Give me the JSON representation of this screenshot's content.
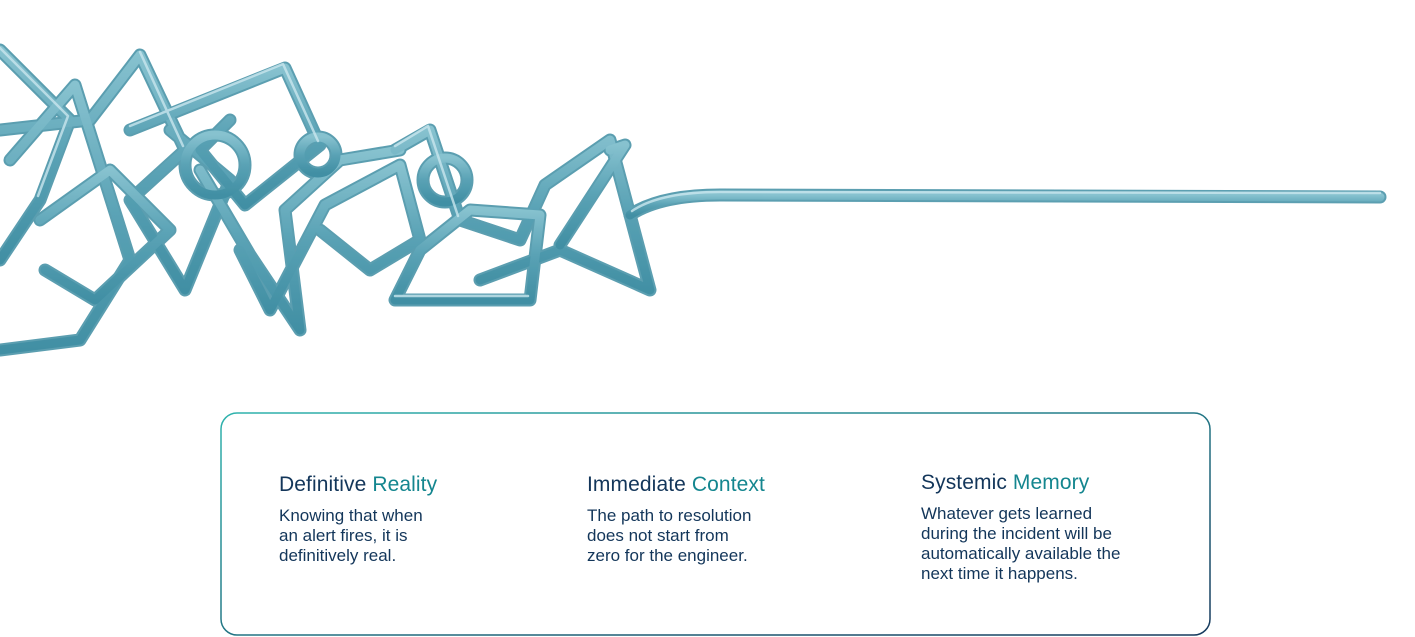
{
  "features": [
    {
      "title_part1": "Definitive",
      "title_part2": "Reality",
      "line1": "Knowing that when",
      "line2": "an alert fires, it is",
      "line3": "definitively real."
    },
    {
      "title_part1": "Immediate",
      "title_part2": "Context",
      "line1": "The path to resolution",
      "line2": "does not start from",
      "line3": "zero for the engineer."
    },
    {
      "title_part1": "Systemic",
      "title_part2": "Memory",
      "line1": "Whatever gets learned",
      "line2": "during the incident will be",
      "line3": "automatically available the",
      "line4": "next time it happens."
    }
  ],
  "colors": {
    "title_dark": "#13365a",
    "title_accent": "#14868f",
    "tube": "#5fa7b8",
    "card_border_start": "#2aa9a8",
    "card_border_end": "#13365a"
  },
  "hero": {
    "icon": "glass-tube-tangle-illustration"
  }
}
